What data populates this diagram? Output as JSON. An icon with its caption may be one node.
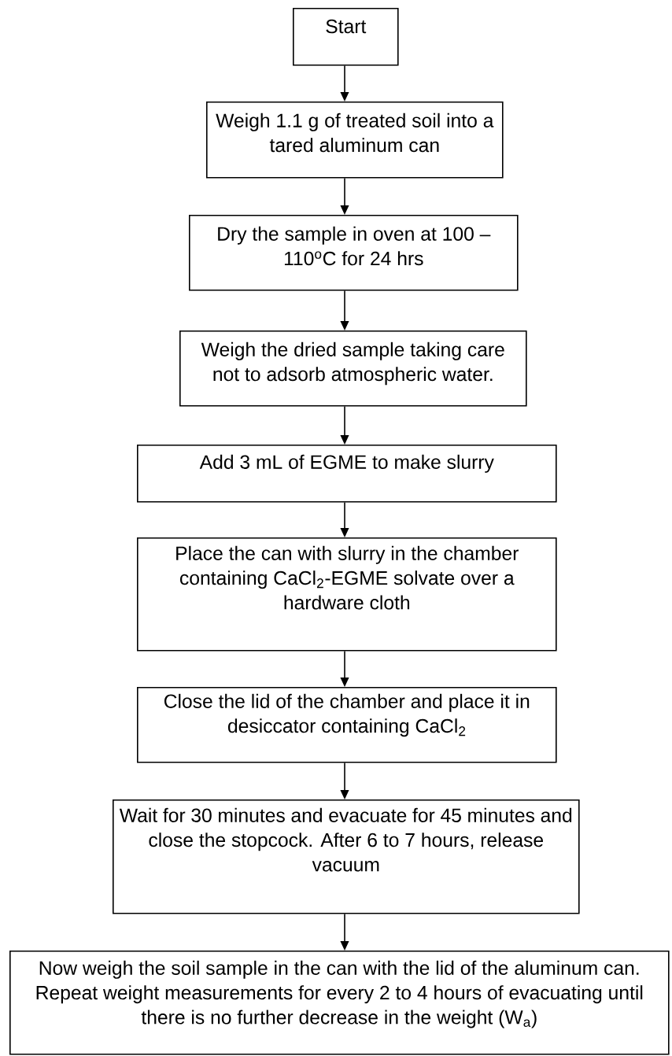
{
  "diagram": {
    "nodes": [
      {
        "text": [
          "Start"
        ]
      },
      {
        "text": [
          "Weigh 1.1 g of treated soil into a tared aluminum can"
        ]
      },
      {
        "text": [
          "Dry the sample in oven at 100 – 110$^{o}$C for 24 hrs"
        ]
      },
      {
        "text": [
          "Weigh the dried sample taking care not to adsorb atmospheric water."
        ]
      },
      {
        "text": [
          "Add 3 mL of EGME to make slurry"
        ]
      },
      {
        "text": [
          "Place the can with slurry in the chamber containing CaCl$_{2}$-EGME solvate over a hardware cloth"
        ]
      },
      {
        "text": [
          "Close the lid of the chamber and place it in desiccator containing CaCl$_{2}$"
        ]
      },
      {
        "text": [
          "Wait for 30 minutes and evacuate for 45 minutes and close the stopcock. After 6 to 7 hours, release vacuum"
        ]
      },
      {
        "text": [
          "Now weigh the soil sample in the can with the lid of the aluminum can. Repeat weight measurements for every 2 to 4 hours of evacuating until there is no further decrease in the weight (W$_{a}$)"
        ]
      }
    ],
    "edges": [
      {
        "from": 0,
        "to": 1,
        "arrow": "to"
      },
      {
        "from": 1,
        "to": 2,
        "arrow": "to"
      },
      {
        "from": 2,
        "to": 3,
        "arrow": "to"
      },
      {
        "from": 3,
        "to": 4,
        "arrow": "to"
      },
      {
        "from": 4,
        "to": 5,
        "arrow": "to"
      },
      {
        "from": 5,
        "to": 6,
        "arrow": "to"
      },
      {
        "from": 6,
        "to": 7,
        "arrow": "to"
      },
      {
        "from": 7,
        "to": 8,
        "arrow": "to"
      }
    ]
  }
}
